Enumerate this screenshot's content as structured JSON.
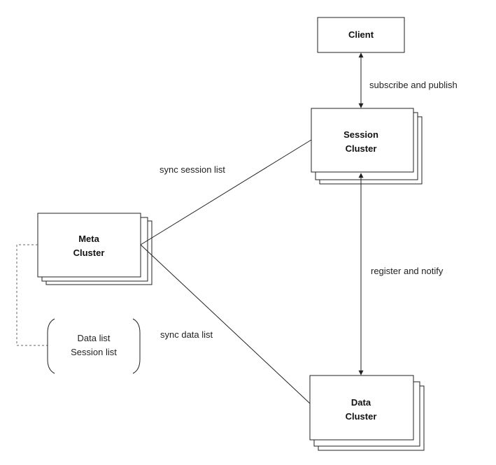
{
  "nodes": {
    "client": {
      "label": "Client"
    },
    "session_cluster": {
      "line1": "Session",
      "line2": "Cluster"
    },
    "meta_cluster": {
      "line1": "Meta",
      "line2": "Cluster"
    },
    "data_cluster": {
      "line1": "Data",
      "line2": "Cluster"
    }
  },
  "edges": {
    "client_session": "subscribe and publish",
    "meta_session": "sync session list",
    "session_data": "register and notify",
    "meta_data": "sync data list"
  },
  "meta_store": {
    "line1": "Data list",
    "line2": "Session list"
  }
}
